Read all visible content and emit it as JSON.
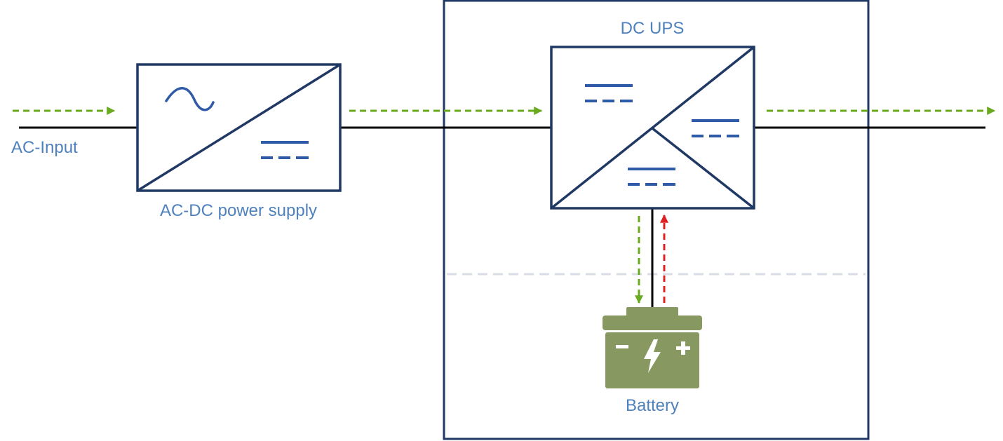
{
  "labels": {
    "ac_input": "AC-Input",
    "acdc_power_supply": "AC-DC power supply",
    "dc_ups": "DC UPS",
    "battery": "Battery"
  },
  "colors": {
    "box_stroke": "#1f3864",
    "symbol_stroke": "#2e5aa8",
    "label_text": "#4f81bd",
    "power_line": "#000000",
    "flow_arrow_green": "#6aaa1e",
    "flow_arrow_red": "#e02020",
    "divider": "#d9dee6",
    "battery_fill": "#879960"
  },
  "icons": {
    "ac_symbol": "sine-wave-icon",
    "dc_symbol": "dc-symbol-icon",
    "battery": "battery-icon"
  }
}
